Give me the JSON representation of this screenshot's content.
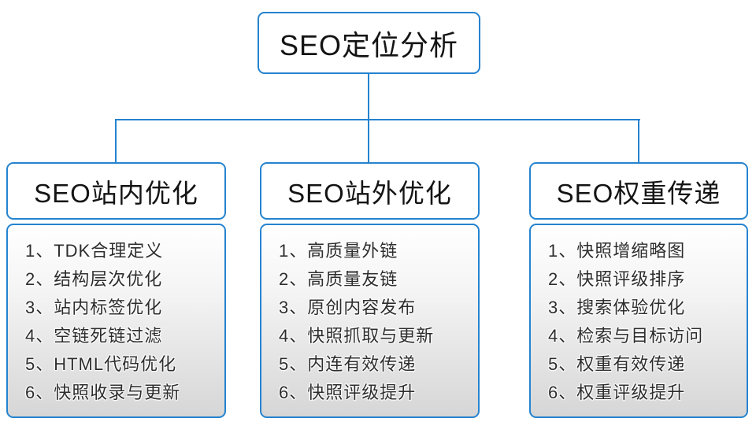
{
  "root": {
    "title": "SEO定位分析"
  },
  "columns": [
    {
      "title": "SEO站内优化",
      "items": [
        "1、TDK合理定义",
        "2、结构层次优化",
        "3、站内标签优化",
        "4、空链死链过滤",
        "5、HTML代码优化",
        "6、快照收录与更新"
      ]
    },
    {
      "title": "SEO站外优化",
      "items": [
        "1、高质量外链",
        "2、高质量友链",
        "3、原创内容发布",
        "4、快照抓取与更新",
        "5、内连有效传递",
        "6、快照评级提升"
      ]
    },
    {
      "title": "SEO权重传递",
      "items": [
        "1、快照增缩略图",
        "2、快照评级排序",
        "3、搜索体验优化",
        "4、检索与目标访问",
        "5、权重有效传递",
        "6、权重评级提升"
      ]
    }
  ],
  "colors": {
    "box_border": "#2583cf",
    "connector_line": "#2583cf",
    "body_gradient_top": "#ffffff",
    "body_gradient_bottom": "#d6d6d6",
    "title_text": "#141414",
    "item_text": "#2d2d2d"
  }
}
